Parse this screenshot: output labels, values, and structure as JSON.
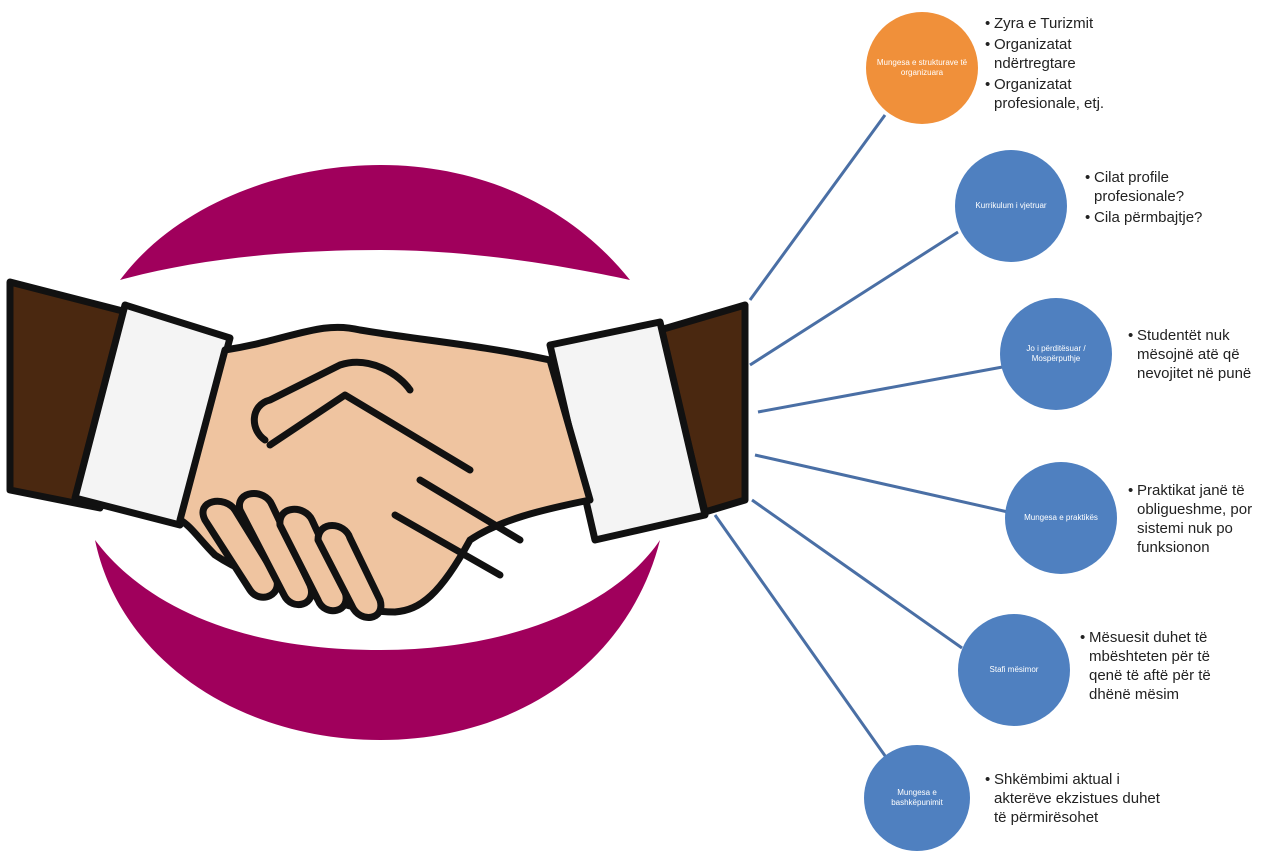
{
  "colors": {
    "ring": "#a0005c",
    "orange_node": "#f0903a",
    "blue_node": "#4f80c0",
    "line": "#4a6fa5",
    "skin": "#efc4a0",
    "sleeve": "#4a2810",
    "cuff": "#f4f4f4",
    "outline": "#111111"
  },
  "nodes": [
    {
      "label": "Mungesa e strukturave të organizuara",
      "color_key": "orange_node",
      "bullets": [
        "Zyra e Turizmit",
        "Organizatat ndërtregtare",
        "Organizatat profesionale, etj."
      ]
    },
    {
      "label": "Kurrikulum i vjetruar",
      "color_key": "blue_node",
      "bullets": [
        "Cilat profile profesionale?",
        "Cila përmbajtje?"
      ]
    },
    {
      "label": "Jo i përditësuar / Mospërputhje",
      "color_key": "blue_node",
      "bullets": [
        "Studentët nuk mësojnë atë që nevojitet në punë"
      ]
    },
    {
      "label": "Mungesa e praktikës",
      "color_key": "blue_node",
      "bullets": [
        "Praktikat janë të obligueshme, por sistemi nuk po funksionon"
      ]
    },
    {
      "label": "Stafi mësimor",
      "color_key": "blue_node",
      "bullets": [
        "Mësuesit duhet të mbështeten për të qenë të aftë për të dhënë mësim"
      ]
    },
    {
      "label": "Mungesa e bashkëpunimit",
      "color_key": "blue_node",
      "bullets": [
        "Shkëmbimi aktual i akterëve ekzistues duhet të përmirësohet"
      ]
    }
  ]
}
